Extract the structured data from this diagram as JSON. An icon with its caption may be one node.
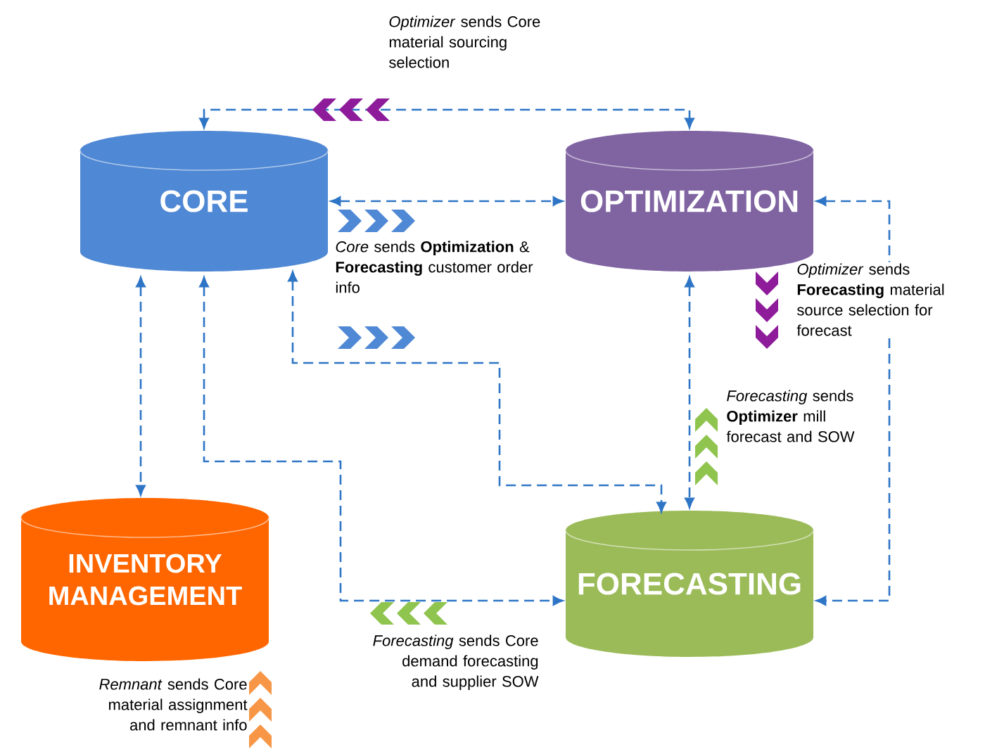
{
  "diagram": {
    "nodes": [
      {
        "text": [
          "CORE"
        ]
      },
      {
        "text": [
          "OPTIMIZATION"
        ]
      },
      {
        "text": [
          "INVENTORY MANAGEMENT"
        ]
      },
      {
        "text": [
          "FORECASTING"
        ]
      }
    ],
    "edges": [
      {
        "from": 0,
        "to": 1,
        "arrow": "both"
      },
      {
        "from": 0,
        "to": 1,
        "arrow": "both"
      },
      {
        "from": 0,
        "to": 2,
        "arrow": "both"
      },
      {
        "from": 0,
        "to": 3,
        "arrow": "both"
      },
      {
        "from": 0,
        "to": 3,
        "arrow": "both"
      },
      {
        "from": 1,
        "to": 3,
        "arrow": "both"
      },
      {
        "from": 1,
        "to": 3,
        "arrow": "both"
      }
    ],
    "labels": [
      "*Optimizer* sends Core material sourcing selection",
      "*Core* sends **Optimization** & **Forecasting** customer order info",
      "*Optimizer* sends **Forecasting** material source selection for forecast",
      "*Forecasting* sends **Optimizer** mill forecast and SOW",
      "*Forecasting* sends Core demand forecasting and supplier SOW",
      "*Remnant* sends Core material assignment and remnant info"
    ]
  }
}
